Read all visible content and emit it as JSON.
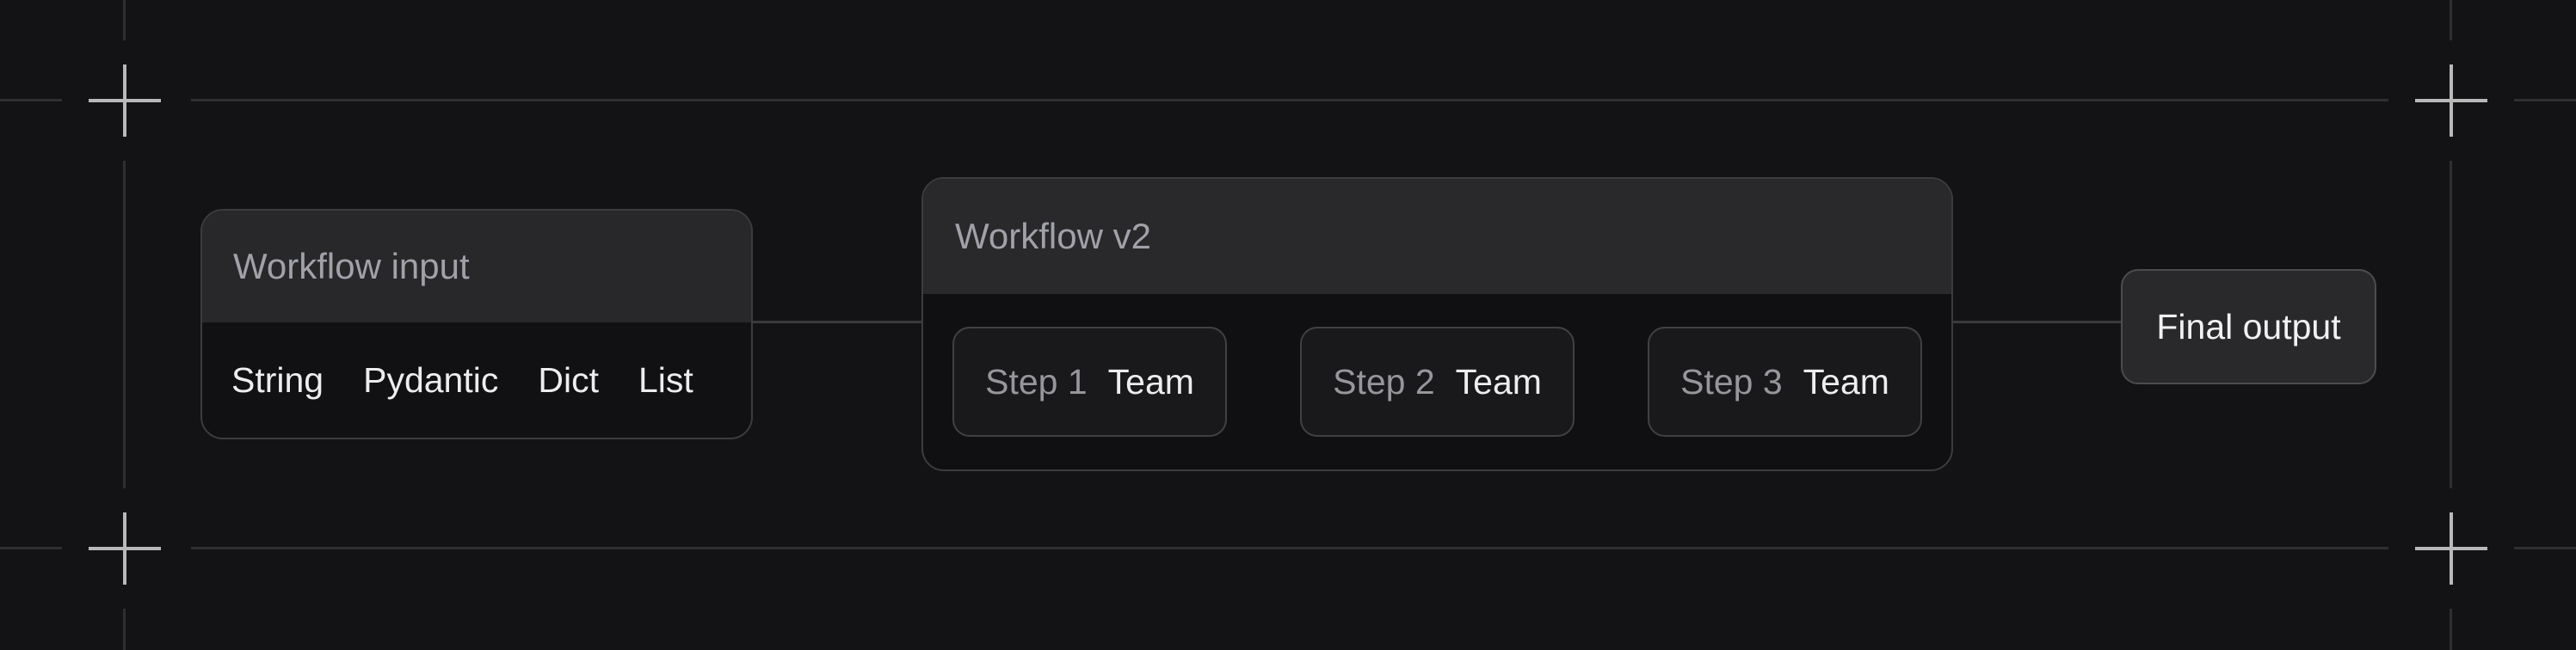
{
  "colors": {
    "background": "#131315",
    "frame_line": "#2f2f32",
    "crosshair": "#b8b8b9",
    "connector": "#3a3a3d",
    "node_border": "#3c3c3f",
    "node_header_bg": "#28282b",
    "node_body_bg": "#111113",
    "step_bg": "#19191b",
    "step_border": "#414144",
    "output_bg": "#29292c",
    "output_border": "#4c4c4f",
    "text_muted": "#a1a1a9",
    "text_primary": "#ededef"
  },
  "diagram": {
    "workflow_input": {
      "title": "Workflow input",
      "items": [
        "String",
        "Pydantic",
        "Dict",
        "List"
      ]
    },
    "workflow_v2": {
      "title": "Workflow v2",
      "steps": [
        {
          "label": "Step 1",
          "value": "Team"
        },
        {
          "label": "Step 2",
          "value": "Team"
        },
        {
          "label": "Step 3",
          "value": "Team"
        }
      ]
    },
    "final_output": {
      "label": "Final output"
    }
  }
}
